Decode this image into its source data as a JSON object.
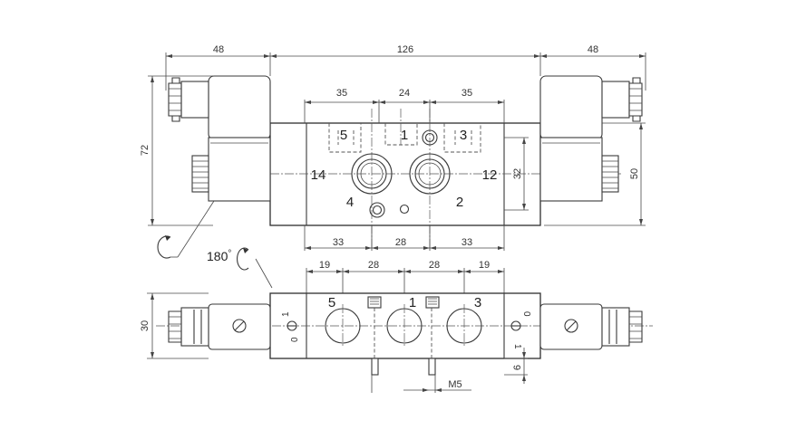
{
  "dimensions": {
    "top": {
      "left_coil_width": "48",
      "body_length": "126",
      "right_coil_width": "48",
      "height_total": "72",
      "body_height": "50",
      "port_spacing_top_left": "35",
      "port_spacing_top_mid": "24",
      "port_spacing_top_right": "35",
      "port_spacing_bottom_left": "33",
      "port_spacing_bottom_mid": "28",
      "port_spacing_bottom_right": "33",
      "port_vertical_offset": "32"
    },
    "bottom": {
      "spacing_1": "19",
      "spacing_2": "28",
      "spacing_3": "28",
      "spacing_4": "19",
      "height": "30",
      "pin_offset": "6",
      "thread": "M5"
    }
  },
  "ports_top": {
    "p5": "5",
    "p1": "1",
    "p3": "3",
    "p14": "14",
    "p12": "12",
    "p4": "4",
    "p2": "2"
  },
  "ports_bottom": {
    "p5": "5",
    "p1": "1",
    "p3": "3"
  },
  "rotation_label": "180",
  "rotation_unit": "°",
  "manual_override": {
    "left_1": "1",
    "left_0": "0",
    "right_1": "1",
    "right_0": "0"
  }
}
